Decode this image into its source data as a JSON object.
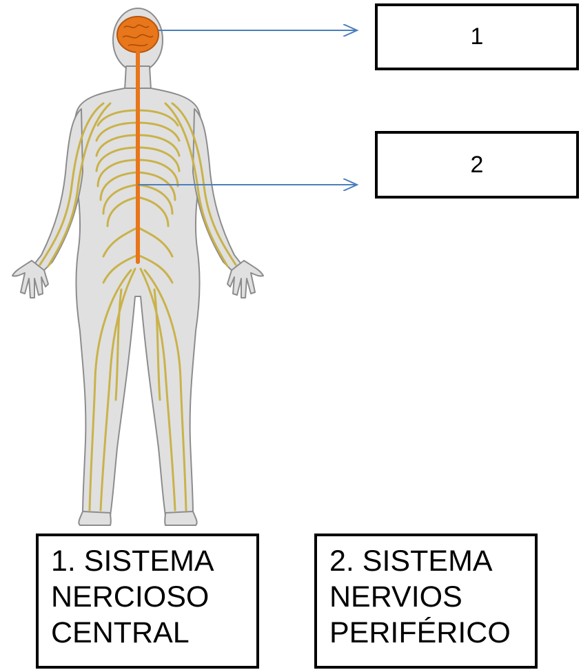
{
  "label_boxes": [
    {
      "text": "1"
    },
    {
      "text": "2"
    }
  ],
  "legend": [
    {
      "lines": [
        "1. SISTEMA",
        "NERCIOSO",
        "CENTRAL"
      ]
    },
    {
      "lines": [
        "2. SISTEMA",
        "NERVIOS",
        "PERIFÉRICO"
      ]
    }
  ],
  "colors": {
    "arrow": "#4a7ebb",
    "central_nervous_system": "#e8761a",
    "peripheral_nerves": "#c9b24a",
    "body_fill": "#d9d9d9",
    "body_outline": "#8c8c8c"
  }
}
